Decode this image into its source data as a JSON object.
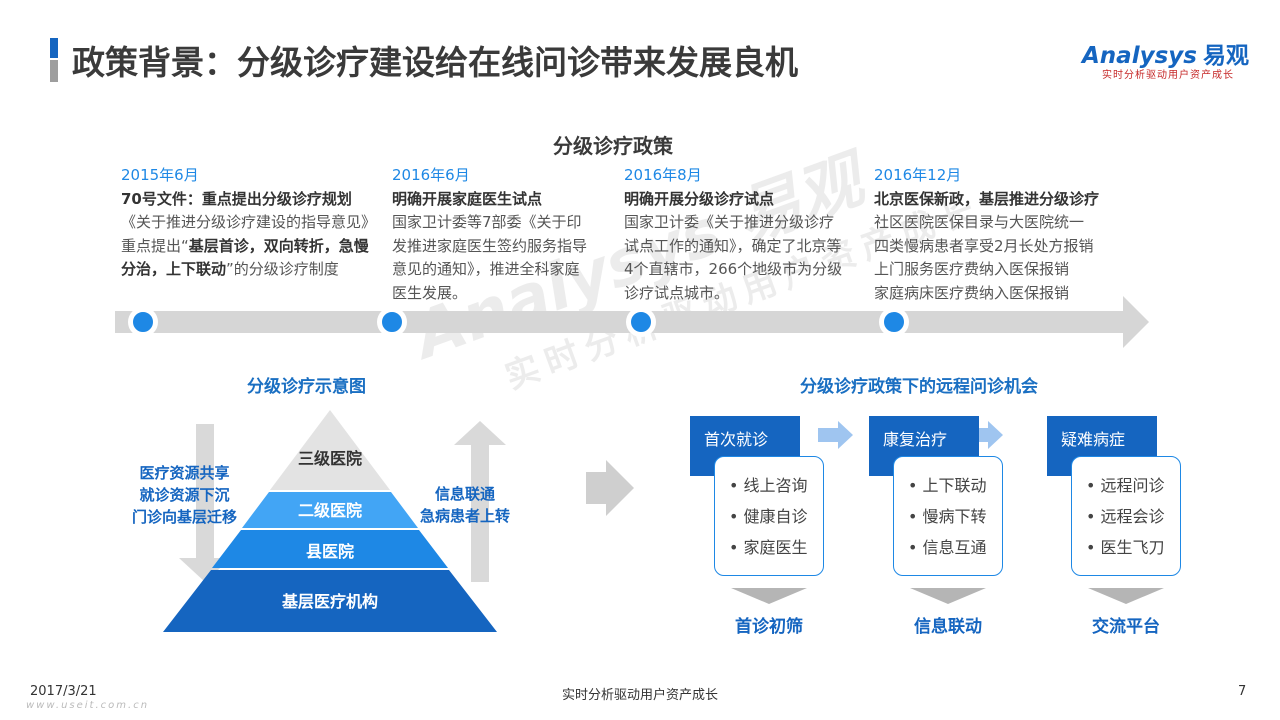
{
  "header": {
    "title": "政策背景：分级诊疗建设给在线问诊带来发展良机",
    "logo_text": "Analysys",
    "logo_cn": "易观",
    "logo_tagline": "实时分析驱动用户资产成长"
  },
  "policy": {
    "title": "分级诊疗政策",
    "timeline": [
      {
        "date": "2015年6月",
        "headline": "70号文件：重点提出分级诊疗规划",
        "text_a": "《关于推进分级诊疗建设的指导意见》重点提出“",
        "text_bold": "基层首诊，双向转折，急慢分治，上下联动",
        "text_b": "”的分级诊疗制度"
      },
      {
        "date": "2016年6月",
        "headline": "明确开展家庭医生试点",
        "text": "国家卫计委等7部委《关于印发推进家庭医生签约服务指导意见的通知》，推进全科家庭医生发展。"
      },
      {
        "date": "2016年8月",
        "headline": "明确开展分级诊疗试点",
        "text": "国家卫计委《关于推进分级诊疗试点工作的通知》，确定了北京等4个直辖市，266个地级市为分级诊疗试点城市。"
      },
      {
        "date": "2016年12月",
        "headline": "北京医保新政，基层推进分级诊疗",
        "lines": [
          "社区医院医保目录与大医院统一",
          "四类慢病患者享受2月长处方报销",
          "上门服务医疗费纳入医保报销",
          "家庭病床医疗费纳入医保报销"
        ]
      }
    ]
  },
  "diagram": {
    "title": "分级诊疗示意图",
    "left_text": [
      "医疗资源共享",
      "就诊资源下沉",
      "门诊向基层迁移"
    ],
    "right_text": [
      "信息联通",
      "急病患者上转"
    ],
    "levels": [
      "三级医院",
      "二级医院",
      "县医院",
      "基层医疗机构"
    ],
    "colors": {
      "top": "#e3e3e3",
      "second": "#42a5f5",
      "third": "#1e88e5",
      "base": "#1565c0"
    }
  },
  "opportunity": {
    "title": "分级诊疗政策下的远程问诊机会",
    "steps": [
      {
        "title": "首次就诊",
        "items": [
          "线上咨询",
          "健康自诊",
          "家庭医生"
        ],
        "footer": "首诊初筛"
      },
      {
        "title": "康复治疗",
        "items": [
          "上下联动",
          "慢病下转",
          "信息互通"
        ],
        "footer": "信息联动"
      },
      {
        "title": "疑难病症",
        "items": [
          "远程问诊",
          "远程会诊",
          "医生飞刀"
        ],
        "footer": "交流平台"
      }
    ]
  },
  "watermark": {
    "main": "Analysys 易观",
    "sub": "实时分析驱动用户资产成长"
  },
  "footer": {
    "date": "2017/3/21",
    "url": "www.useit.com.cn",
    "center": "实时分析驱动用户资产成长",
    "page": "7"
  }
}
